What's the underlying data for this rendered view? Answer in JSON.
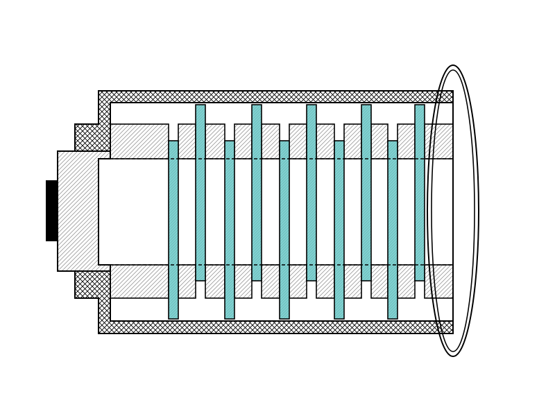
{
  "diagram": {
    "colors": {
      "background": "#ffffff",
      "outline": "#000000",
      "diagonal_hatch": "#9a9a9a",
      "crosshatch": "#000000",
      "plate_fill": "#7fd0cf",
      "end_cap": "#000000"
    },
    "plate_count": 10,
    "plate_orientation": [
      "bottom",
      "top",
      "bottom",
      "top",
      "bottom",
      "top",
      "bottom",
      "top",
      "bottom",
      "top"
    ],
    "hatch_styles": [
      "diagonal",
      "crosshatch"
    ]
  }
}
